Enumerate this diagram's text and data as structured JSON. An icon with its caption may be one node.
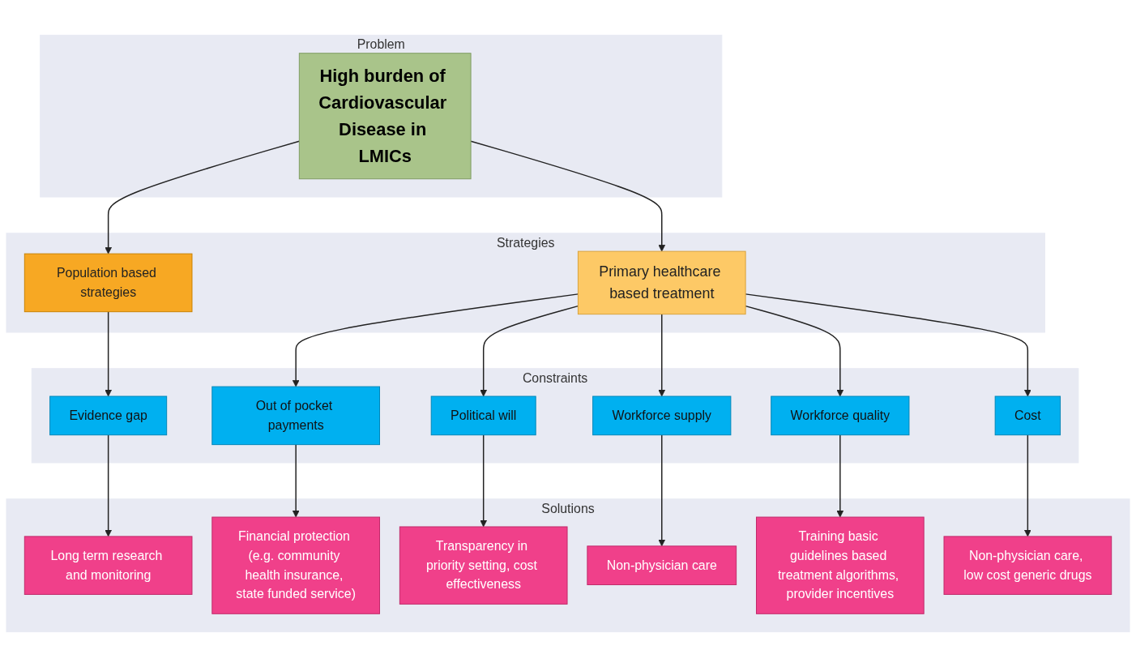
{
  "diagram": {
    "nodes": [
      {
        "text": [
          "Problem"
        ]
      },
      {
        "text": [
          "High burden of Cardiovascular Disease in LMICs"
        ],
        "in": 0
      },
      {
        "text": [
          "Strategies"
        ]
      },
      {
        "text": [
          "Population based strategies"
        ],
        "in": 2
      },
      {
        "text": [
          "Primary healthcare based treatment"
        ],
        "in": 2
      },
      {
        "text": [
          "Constraints"
        ]
      },
      {
        "text": [
          "Evidence gap"
        ],
        "in": 5
      },
      {
        "text": [
          "Out of pocket payments"
        ],
        "in": 5
      },
      {
        "text": [
          "Political will"
        ],
        "in": 5
      },
      {
        "text": [
          "Workforce supply"
        ],
        "in": 5
      },
      {
        "text": [
          "Workforce quality"
        ],
        "in": 5
      },
      {
        "text": [
          "Cost"
        ],
        "in": 5
      },
      {
        "text": [
          "Solutions"
        ]
      },
      {
        "text": [
          "Long term research and monitoring"
        ],
        "in": 12
      },
      {
        "text": [
          "Financial protection (e.g. community health insurance, state funded service)"
        ],
        "in": 12
      },
      {
        "text": [
          "Transparency in priority setting, cost effectiveness"
        ],
        "in": 12
      },
      {
        "text": [
          "Non-physician care"
        ],
        "in": 12
      },
      {
        "text": [
          "Training basic guidelines based treatment algorithms, provider incentives"
        ],
        "in": 12
      },
      {
        "text": [
          "Non-physician care, low cost generic drugs"
        ],
        "in": 12
      }
    ],
    "edges": [
      {
        "from": 1,
        "to": 3,
        "arrow": "to"
      },
      {
        "from": 1,
        "to": 4,
        "arrow": "to"
      },
      {
        "from": 3,
        "to": 6,
        "arrow": "to"
      },
      {
        "from": 4,
        "to": 7,
        "arrow": "to"
      },
      {
        "from": 4,
        "to": 8,
        "arrow": "to"
      },
      {
        "from": 4,
        "to": 9,
        "arrow": "to"
      },
      {
        "from": 4,
        "to": 10,
        "arrow": "to"
      },
      {
        "from": 4,
        "to": 11,
        "arrow": "to"
      },
      {
        "from": 6,
        "to": 13,
        "arrow": "to"
      },
      {
        "from": 7,
        "to": 14,
        "arrow": "to"
      },
      {
        "from": 8,
        "to": 15,
        "arrow": "to"
      },
      {
        "from": 9,
        "to": 16,
        "arrow": "to"
      },
      {
        "from": 10,
        "to": 17,
        "arrow": "to"
      },
      {
        "from": 11,
        "to": 18,
        "arrow": "to"
      }
    ]
  }
}
